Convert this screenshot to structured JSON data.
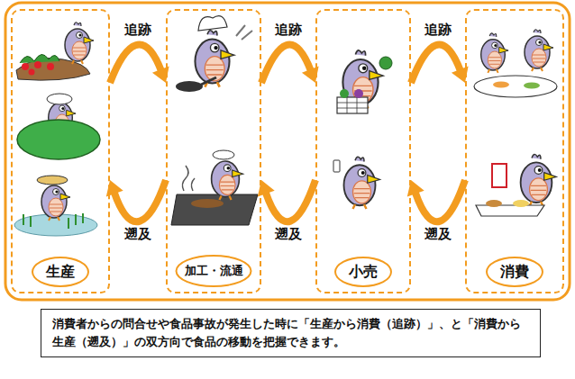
{
  "diagram": {
    "nodes": [
      {
        "text": [
          "生産"
        ]
      },
      {
        "text": [
          "加工・流通"
        ]
      },
      {
        "text": [
          "小売"
        ]
      },
      {
        "text": [
          "消費"
        ]
      },
      {
        "text": [
          "消費者からの問合せや食品事故が発生した時に「生産から消費（追跡）」、と「消費から生産（遡及）」の双方向で食品の移動を把握できます。"
        ]
      }
    ],
    "edges": [
      {
        "from": 0,
        "to": 1,
        "label": "追跡",
        "arrow": "to"
      },
      {
        "from": 1,
        "to": 0,
        "label": "遡及",
        "arrow": "to"
      },
      {
        "from": 1,
        "to": 2,
        "label": "追跡",
        "arrow": "to"
      },
      {
        "from": 2,
        "to": 1,
        "label": "遡及",
        "arrow": "to"
      },
      {
        "from": 2,
        "to": 3,
        "label": "追跡",
        "arrow": "to"
      },
      {
        "from": 3,
        "to": 2,
        "label": "遡及",
        "arrow": "to"
      }
    ]
  }
}
